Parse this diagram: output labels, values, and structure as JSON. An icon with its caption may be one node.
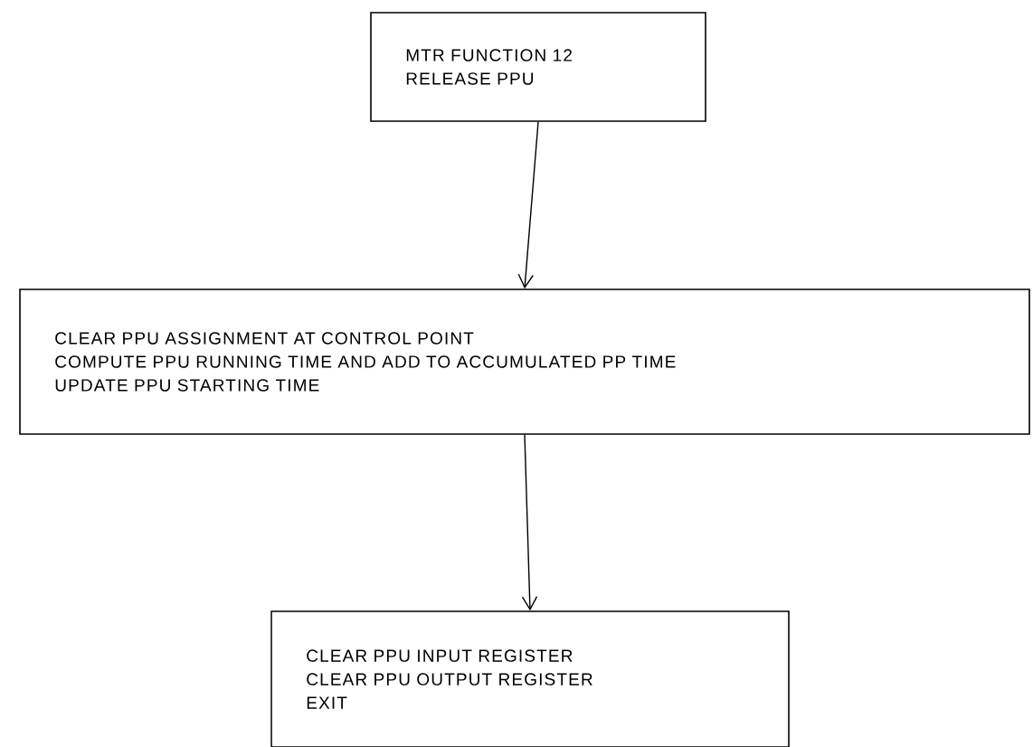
{
  "diagram": {
    "nodes": [
      {
        "text": [
          "MTR FUNCTION 12",
          "RELEASE PPU"
        ]
      },
      {
        "text": [
          "CLEAR PPU ASSIGNMENT AT CONTROL POINT",
          "COMPUTE PPU RUNNING TIME AND ADD TO ACCUMULATED PP TIME",
          "UPDATE PPU STARTING TIME"
        ]
      },
      {
        "text": [
          "CLEAR PPU INPUT REGISTER",
          "CLEAR PPU OUTPUT REGISTER",
          "EXIT"
        ]
      }
    ],
    "edges": [
      {
        "from": 0,
        "to": 1,
        "arrow": "to"
      },
      {
        "from": 1,
        "to": 2,
        "arrow": "to"
      }
    ]
  }
}
